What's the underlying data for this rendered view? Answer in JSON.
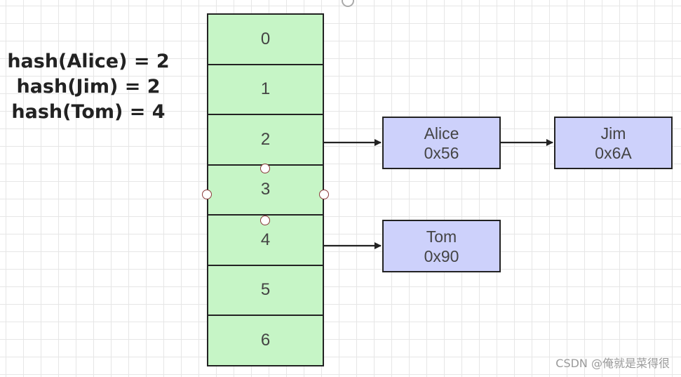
{
  "formulas": [
    "hash(Alice) = 2",
    "hash(Jim) = 2",
    "hash(Tom) = 4"
  ],
  "buckets": [
    "0",
    "1",
    "2",
    "3",
    "4",
    "5",
    "6"
  ],
  "nodes": {
    "alice": {
      "name": "Alice",
      "addr": "0x56"
    },
    "jim": {
      "name": "Jim",
      "addr": "0x6A"
    },
    "tom": {
      "name": "Tom",
      "addr": "0x90"
    }
  },
  "colors": {
    "bucket_fill": "#c6f5c6",
    "node_fill": "#cdd1fb",
    "stroke": "#222222",
    "handle": "#8a3a3a"
  },
  "watermark": "CSDN @俺就是菜得很"
}
